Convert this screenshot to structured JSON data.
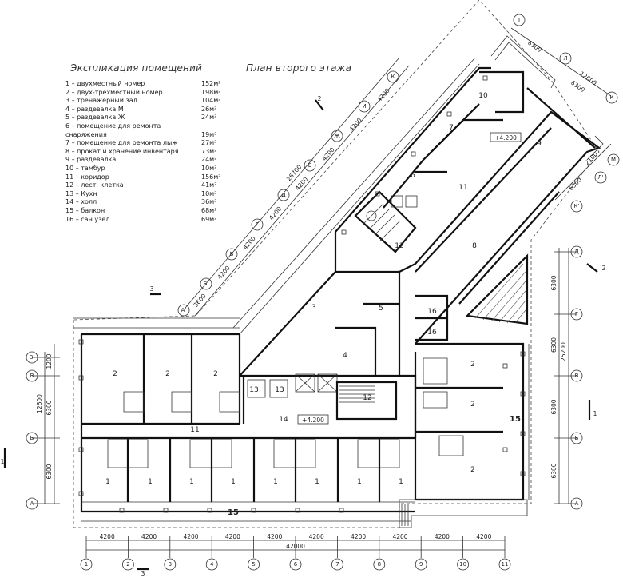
{
  "legend_title": "Экспликация помещений",
  "plan_title": "План второго этажа",
  "legend": [
    {
      "name": "1 – двухместный номер",
      "area": "152м²"
    },
    {
      "name": "2 – двух-трехместный номер",
      "area": "198м²"
    },
    {
      "name": "3 – тренажерный зал",
      "area": "104м²"
    },
    {
      "name": "4 – раздевалка М",
      "area": "26м²"
    },
    {
      "name": "5 – раздевалка Ж",
      "area": "24м²"
    },
    {
      "name": "6 – помещение для ремонта",
      "area": ""
    },
    {
      "name": "   снаряжения",
      "area": "19м²"
    },
    {
      "name": "7 – помещение для ремонта лыж",
      "area": "27м²"
    },
    {
      "name": "8 – прокат и хранение инвентаря",
      "area": "73м²"
    },
    {
      "name": "9 – раздевалка",
      "area": "24м²"
    },
    {
      "name": "10 – тамбур",
      "area": "10м²"
    },
    {
      "name": "11 – коридор",
      "area": "156м²"
    },
    {
      "name": "12 – лест. клетка",
      "area": "41м²"
    },
    {
      "name": "13 – Кухн",
      "area": "10м²"
    },
    {
      "name": "14 – холл",
      "area": "36м²"
    },
    {
      "name": "15 – балкон",
      "area": "68м²"
    },
    {
      "name": "16 – сан.узел",
      "area": "69м²"
    }
  ],
  "elevation_marks": [
    "+4.200",
    "+4.200"
  ],
  "grid_bottom": [
    "1",
    "2",
    "3",
    "4",
    "5",
    "6",
    "7",
    "8",
    "9",
    "10",
    "11"
  ],
  "grid_bottom_spans": [
    "4200",
    "4200",
    "4200",
    "4200",
    "4200",
    "4200",
    "4200",
    "4200",
    "4200",
    "4200"
  ],
  "grid_bottom_total": "42000",
  "grid_left": [
    "В'",
    "В",
    "Б",
    "А"
  ],
  "grid_left_spans": [
    "1200",
    "6300",
    "6300"
  ],
  "grid_left_total": "12600",
  "grid_right": [
    "Д",
    "Г",
    "В",
    "Б",
    "А"
  ],
  "grid_right_spans": [
    "6300",
    "6300",
    "6300",
    "6300"
  ],
  "grid_right_total": "25200",
  "grid_diag": [
    "А'",
    "Б'",
    "В",
    "Г",
    "Д",
    "Е",
    "Ж",
    "И",
    "К"
  ],
  "grid_diag_spans": [
    "3600",
    "4200",
    "4200",
    "4200",
    "4200",
    "4200",
    "4200",
    "4200"
  ],
  "grid_diag_total": "26700",
  "grid_ne": [
    "Т",
    "Л",
    "К",
    "М",
    "Л'",
    "К'"
  ],
  "grid_ne_spans": [
    "6300",
    "6300",
    "2100",
    "6300"
  ],
  "grid_ne_total": "12600",
  "section_marks": [
    "1",
    "1",
    "2",
    "2",
    "3",
    "3"
  ],
  "room_labels": {
    "r1": "1",
    "r2": "2",
    "r3": "3",
    "r4": "4",
    "r5": "5",
    "r6": "6",
    "r7": "7",
    "r8": "8",
    "r9": "9",
    "r10": "10",
    "r11": "11",
    "r12": "12",
    "r13": "13",
    "r14": "14",
    "r15": "15",
    "r16": "16"
  }
}
